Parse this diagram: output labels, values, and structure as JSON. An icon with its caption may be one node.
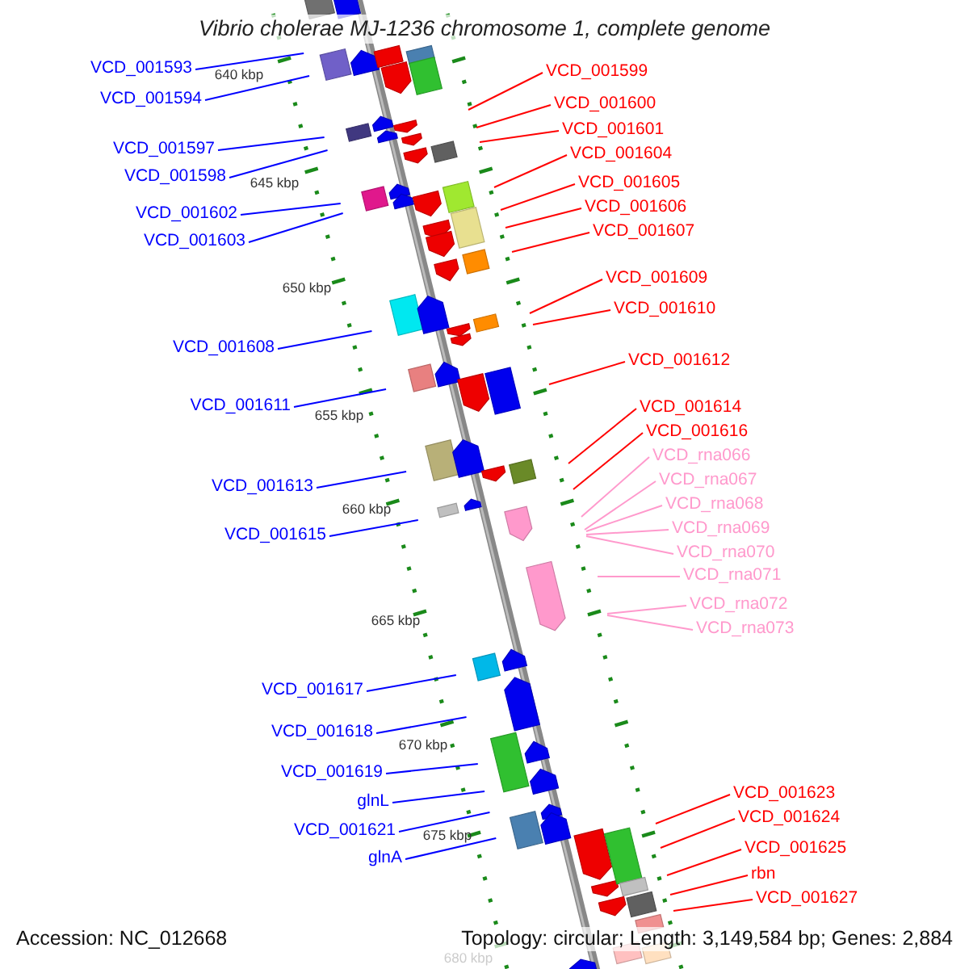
{
  "diagram": {
    "title": "Vibrio cholerae MJ-1236 chromosome 1, complete genome",
    "nodes": [
      {
        "text": [
          "VCD_001593"
        ]
      },
      {
        "text": [
          "VCD_001594"
        ]
      },
      {
        "text": [
          "VCD_001597"
        ]
      },
      {
        "text": [
          "VCD_001598"
        ]
      },
      {
        "text": [
          "VCD_001602"
        ]
      },
      {
        "text": [
          "VCD_001603"
        ]
      },
      {
        "text": [
          "VCD_001608"
        ]
      },
      {
        "text": [
          "VCD_001611"
        ]
      },
      {
        "text": [
          "VCD_001613"
        ]
      },
      {
        "text": [
          "VCD_001615"
        ]
      },
      {
        "text": [
          "VCD_001617"
        ]
      },
      {
        "text": [
          "VCD_001618"
        ]
      },
      {
        "text": [
          "VCD_001619"
        ]
      },
      {
        "text": [
          "glnL"
        ]
      },
      {
        "text": [
          "VCD_001621"
        ]
      },
      {
        "text": [
          "glnA"
        ]
      },
      {
        "text": [
          "VCD_001599"
        ]
      },
      {
        "text": [
          "VCD_001600"
        ]
      },
      {
        "text": [
          "VCD_001601"
        ]
      },
      {
        "text": [
          "VCD_001604"
        ]
      },
      {
        "text": [
          "VCD_001605"
        ]
      },
      {
        "text": [
          "VCD_001606"
        ]
      },
      {
        "text": [
          "VCD_001607"
        ]
      },
      {
        "text": [
          "VCD_001609"
        ]
      },
      {
        "text": [
          "VCD_001610"
        ]
      },
      {
        "text": [
          "VCD_001612"
        ]
      },
      {
        "text": [
          "VCD_001614"
        ]
      },
      {
        "text": [
          "VCD_001616"
        ]
      },
      {
        "text": [
          "VCD_rna066"
        ]
      },
      {
        "text": [
          "VCD_rna067"
        ]
      },
      {
        "text": [
          "VCD_rna068"
        ]
      },
      {
        "text": [
          "VCD_rna069"
        ]
      },
      {
        "text": [
          "VCD_rna070"
        ]
      },
      {
        "text": [
          "VCD_rna071"
        ]
      },
      {
        "text": [
          "VCD_rna072"
        ]
      },
      {
        "text": [
          "VCD_rna073"
        ]
      },
      {
        "text": [
          "VCD_001623"
        ]
      },
      {
        "text": [
          "VCD_001624"
        ]
      },
      {
        "text": [
          "VCD_001625"
        ]
      },
      {
        "text": [
          "rbn"
        ]
      },
      {
        "text": [
          "VCD_001627"
        ]
      }
    ],
    "edges": [
      {
        "from": 0,
        "to": null,
        "arrow": "none",
        "color": "#0000ff"
      },
      {
        "from": 1,
        "to": null,
        "arrow": "none",
        "color": "#0000ff"
      },
      {
        "from": 2,
        "to": null,
        "arrow": "none",
        "color": "#0000ff"
      },
      {
        "from": 3,
        "to": null,
        "arrow": "none",
        "color": "#0000ff"
      },
      {
        "from": 4,
        "to": null,
        "arrow": "none",
        "color": "#0000ff"
      },
      {
        "from": 5,
        "to": null,
        "arrow": "none",
        "color": "#0000ff"
      },
      {
        "from": 6,
        "to": null,
        "arrow": "none",
        "color": "#0000ff"
      },
      {
        "from": 7,
        "to": null,
        "arrow": "none",
        "color": "#0000ff"
      },
      {
        "from": 8,
        "to": null,
        "arrow": "none",
        "color": "#0000ff"
      },
      {
        "from": 9,
        "to": null,
        "arrow": "none",
        "color": "#0000ff"
      },
      {
        "from": 10,
        "to": null,
        "arrow": "none",
        "color": "#0000ff"
      },
      {
        "from": 11,
        "to": null,
        "arrow": "none",
        "color": "#0000ff"
      },
      {
        "from": 12,
        "to": null,
        "arrow": "none",
        "color": "#0000ff"
      },
      {
        "from": 13,
        "to": null,
        "arrow": "none",
        "color": "#0000ff"
      },
      {
        "from": 14,
        "to": null,
        "arrow": "none",
        "color": "#0000ff"
      },
      {
        "from": 15,
        "to": null,
        "arrow": "none",
        "color": "#0000ff"
      },
      {
        "from": 16,
        "to": null,
        "arrow": "none"
      },
      {
        "from": 17,
        "to": null,
        "arrow": "none"
      },
      {
        "from": 18,
        "to": null,
        "arrow": "none"
      },
      {
        "from": 19,
        "to": null,
        "arrow": "none"
      },
      {
        "from": 20,
        "to": null,
        "arrow": "none"
      },
      {
        "from": 21,
        "to": null,
        "arrow": "none"
      },
      {
        "from": 22,
        "to": null,
        "arrow": "none"
      },
      {
        "from": 23,
        "to": null,
        "arrow": "none"
      },
      {
        "from": 24,
        "to": null,
        "arrow": "none"
      },
      {
        "from": 25,
        "to": null,
        "arrow": "none"
      },
      {
        "from": 26,
        "to": null,
        "arrow": "none"
      },
      {
        "from": 27,
        "to": null,
        "arrow": "none"
      },
      {
        "from": 28,
        "to": null,
        "arrow": "none",
        "color": "#ff99cc"
      },
      {
        "from": 29,
        "to": null,
        "arrow": "none",
        "color": "#ff99cc"
      },
      {
        "from": 30,
        "to": null,
        "arrow": "none",
        "color": "#ff99cc"
      },
      {
        "from": 31,
        "to": null,
        "arrow": "none",
        "color": "#ff99cc"
      },
      {
        "from": 32,
        "to": null,
        "arrow": "none",
        "color": "#ff99cc"
      },
      {
        "from": 33,
        "to": null,
        "arrow": "none",
        "color": "#ff99cc"
      },
      {
        "from": 34,
        "to": null,
        "arrow": "none",
        "color": "#ff99cc"
      },
      {
        "from": 35,
        "to": null,
        "arrow": "none",
        "color": "#ff99cc"
      },
      {
        "from": 36,
        "to": null,
        "arrow": "none"
      },
      {
        "from": 37,
        "to": null,
        "arrow": "none"
      },
      {
        "from": 38,
        "to": null,
        "arrow": "none"
      },
      {
        "from": 39,
        "to": null,
        "arrow": "none"
      },
      {
        "from": 40,
        "to": null,
        "arrow": "none"
      }
    ],
    "labels": [
      "640 kbp",
      "645 kbp",
      "650 kbp",
      "655 kbp",
      "660 kbp",
      "665 kbp",
      "670 kbp",
      "675 kbp",
      "Accession: NC_012668",
      "Topology: circular; Length: 3,149,584 bp; Genes: 2,884",
      "680 kbp"
    ]
  }
}
